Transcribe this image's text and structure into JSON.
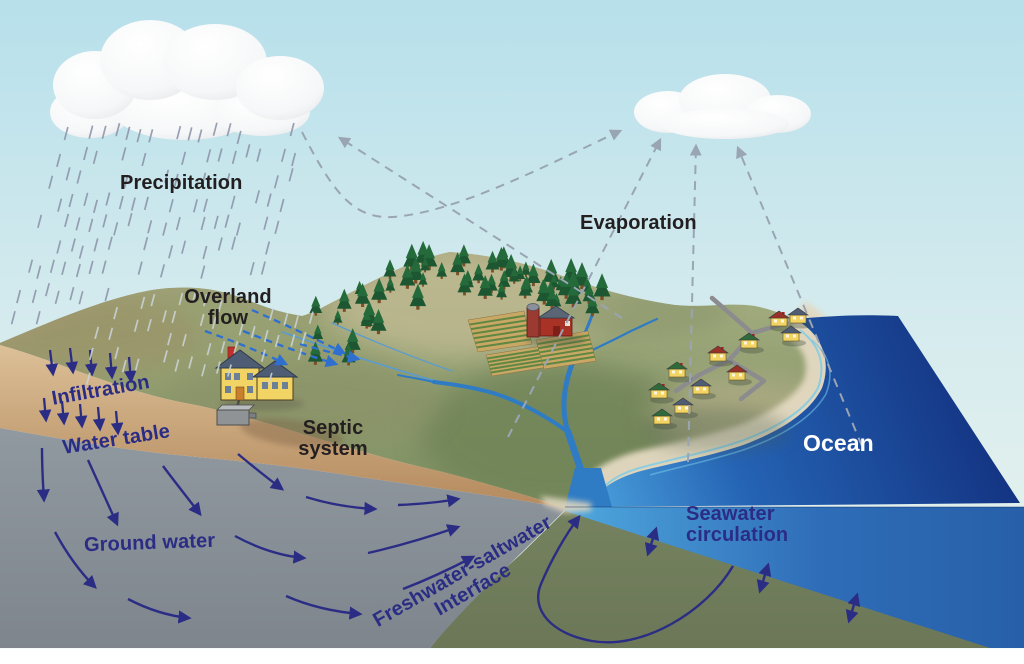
{
  "diagram": {
    "title_implicit": "Hydrologic cycle illustration",
    "labels": {
      "precipitation": "Precipitation",
      "evaporation": "Evaporation",
      "overland_flow": "Overland\nflow",
      "infiltration": "Infiltration",
      "water_table": "Water table",
      "ground_water": "Ground water",
      "septic_system": "Septic\nsystem",
      "freshwater_saltwater_interface": "Freshwater-saltwater\nInterface",
      "seawater_circulation": "Seawater\ncirculation",
      "ocean": "Ocean"
    },
    "colors": {
      "label_black": "#231f20",
      "label_navy": "#2b2d85",
      "label_white": "#ffffff",
      "flow_arrow_blue": "#2e6fd0",
      "evap_arrow_gray": "#9aa5b4",
      "rain_dark": "#8e96ab",
      "rain_light": "#ccd5d9",
      "sky_top": "#b7e0eb",
      "sky_bottom": "#eaf4ec",
      "ocean_deep": "#12307e",
      "ocean_shore": "#4597d6",
      "cross_section_blue": "#2f6db8",
      "seawater_wedge": "#4fa8de",
      "seabed_olive": "#73805e",
      "groundwater_gray": "#8d939a",
      "soil_tan": "#c49a6c",
      "grass_green": "#8d9c6e",
      "forest_green": "#1d5731",
      "sand": "#e3d9c1",
      "river_blue": "#2f7cc4",
      "house_yellow": "#f1d463",
      "roof_slate": "#4e5d74",
      "barn_red": "#a93226"
    }
  }
}
